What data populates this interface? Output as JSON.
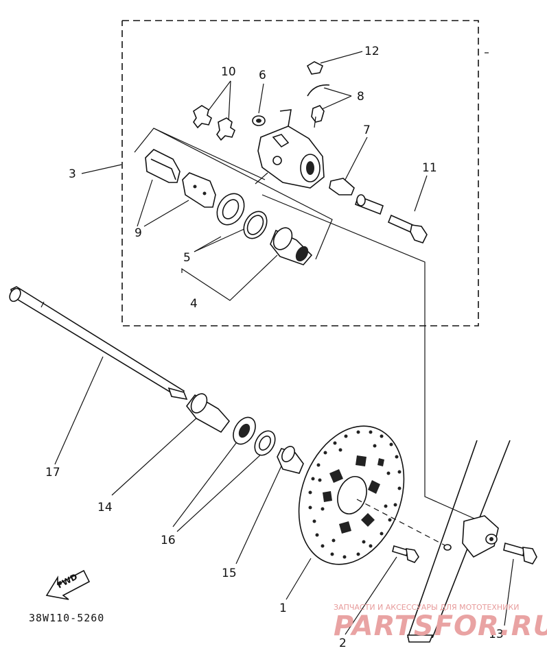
{
  "diagram_code": "38W110-5260",
  "fwd_label": "FWD",
  "callouts": [
    "1",
    "2",
    "3",
    "4",
    "5",
    "6",
    "7",
    "8",
    "9",
    "10",
    "11",
    "12",
    "13",
    "14",
    "15",
    "16",
    "17"
  ],
  "watermark": {
    "tagline": "ЗАПЧАСТИ И АКСЕССУАРЫ ДЛЯ МОТОТЕХНИКИ",
    "brand": "PARTSFOR.RU"
  }
}
